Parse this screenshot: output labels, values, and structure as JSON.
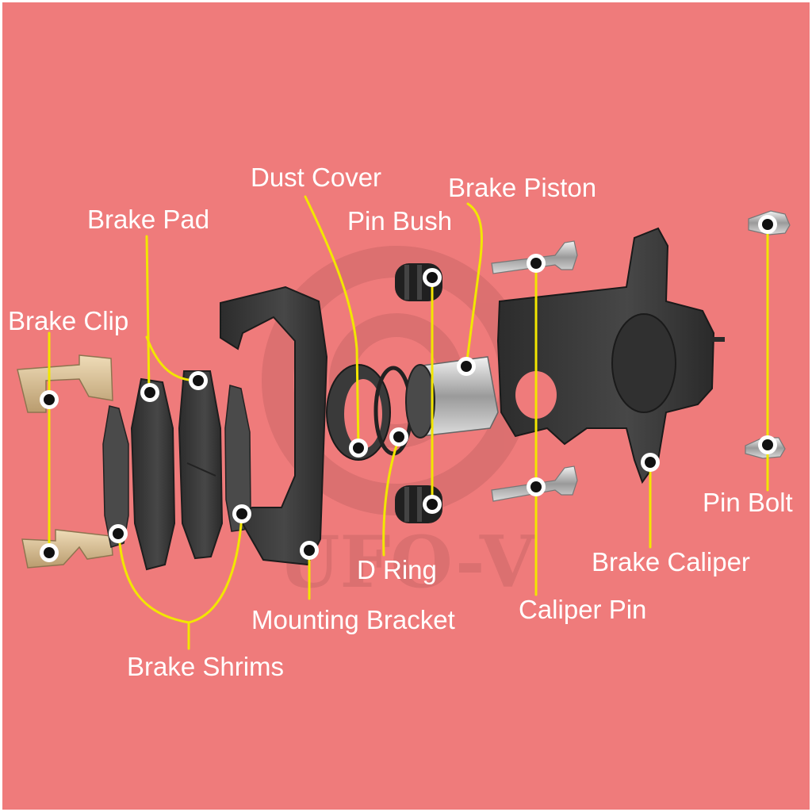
{
  "colors": {
    "background": "#ef7b7b",
    "leader": "#f2e600",
    "label": "#ffffff",
    "part_dark": "#3a3a3a",
    "part_metal": "#c8c8c8",
    "clip_gold": "#d8c19a"
  },
  "labels": {
    "dust_cover": "Dust Cover",
    "brake_piston": "Brake Piston",
    "brake_pad": "Brake Pad",
    "pin_bush": "Pin Bush",
    "brake_clip": "Brake Clip",
    "pin_bolt": "Pin Bolt",
    "d_ring": "D Ring",
    "brake_caliper": "Brake Caliper",
    "caliper_pin": "Caliper Pin",
    "mounting_bracket": "Mounting Bracket",
    "brake_shrims": "Brake Shrims"
  },
  "watermark": "UFO-V"
}
